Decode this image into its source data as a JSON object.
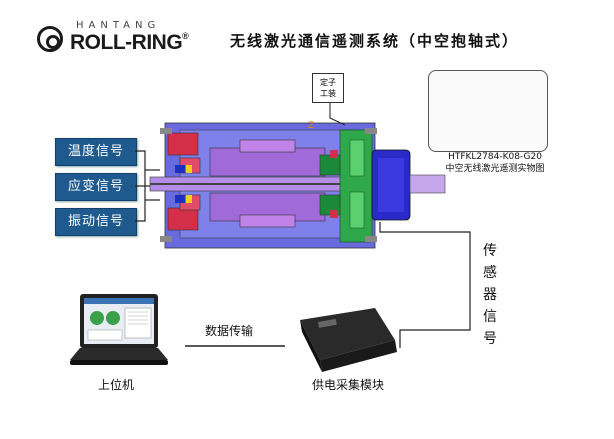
{
  "logo": {
    "tagline": "HANTANG",
    "brand": "ROLL-RING",
    "registered": "®"
  },
  "title": "无线激光通信遥测系统（中空抱轴式）",
  "signals": [
    "温度信号",
    "应变信号",
    "振动信号"
  ],
  "stator_label": [
    "定子",
    "工装"
  ],
  "product_caption": {
    "model": "HTFKL2784-K08-G20",
    "description": "中空无线激光遥测实物图"
  },
  "sensor_signal_label": [
    "传",
    "感",
    "器",
    "信",
    "号"
  ],
  "transmission_label": "数据传输",
  "host_computer_label": "上位机",
  "power_unit_label": "供电采集模块",
  "colors": {
    "signal_box": "#1e5a8e",
    "housing": "#6b6bdf",
    "rotor": "#9c5bd6",
    "stator_green": "#2ea84a",
    "bearing_red": "#cc2a4a"
  }
}
